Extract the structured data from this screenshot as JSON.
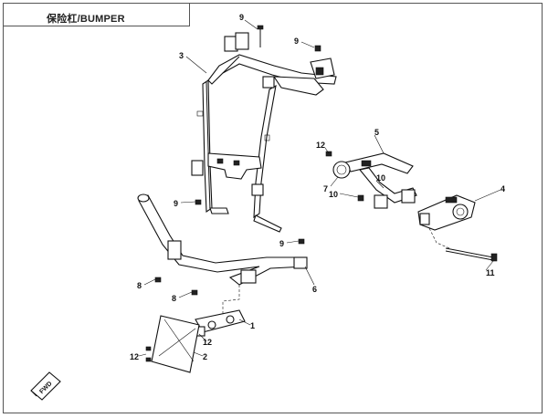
{
  "title": "保险杠/BUMPER",
  "callouts": [
    "9",
    "9",
    "3",
    "5",
    "12",
    "7",
    "10",
    "10",
    "4",
    "9",
    "9",
    "11",
    "8",
    "6",
    "8",
    "1",
    "12",
    "12",
    "2"
  ],
  "badge_text": "FWD"
}
